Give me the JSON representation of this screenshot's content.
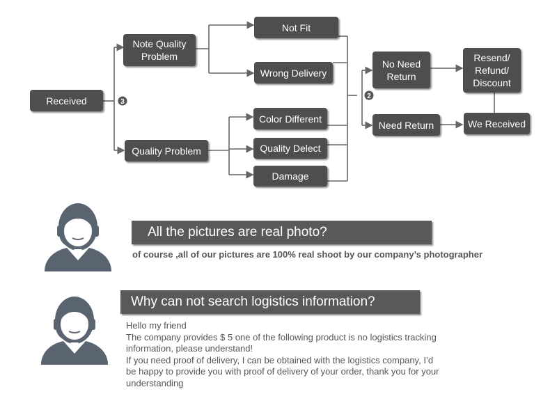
{
  "flowchart": {
    "received": "Received",
    "note_quality_problem": [
      "Note Quality",
      "Problem"
    ],
    "quality_problem": "Quality Problem",
    "not_fit": "Not Fit",
    "wrong_delivery": "Wrong Delivery",
    "color_different": "Color Different",
    "quality_delect": "Quality Delect",
    "damage": "Damage",
    "no_need_return": [
      "No Need",
      "Return"
    ],
    "need_return": "Need Return",
    "resend_refund_discount": [
      "Resend/",
      "Refund/",
      "Discount"
    ],
    "we_received": "We Received",
    "step_markers": {
      "first": "❸",
      "second": "❷"
    }
  },
  "faq": [
    {
      "question": "All the pictures are real photo?",
      "answer_lines": [
        "of course ,all of our pictures are 100% real shoot by our company’s photographer"
      ],
      "avatar_icon": "customer-service-headset-icon"
    },
    {
      "question": "Why can not search logistics information?",
      "answer_lines": [
        "Hello my friend",
        "The company provides $ 5 one of the following product is no logistics tracking",
        "information, please understand!",
        "If you need proof of delivery, I can be obtained with the logistics company, I’d",
        "be happy to provide you with proof of delivery of your order, thank you for your",
        "understanding"
      ],
      "avatar_icon": "customer-service-headset-icon"
    }
  ],
  "colors": {
    "node": "#4e4e4e",
    "banner": "#595959",
    "line": "#666666",
    "avatar": "#5a6471",
    "text": "#555555"
  }
}
